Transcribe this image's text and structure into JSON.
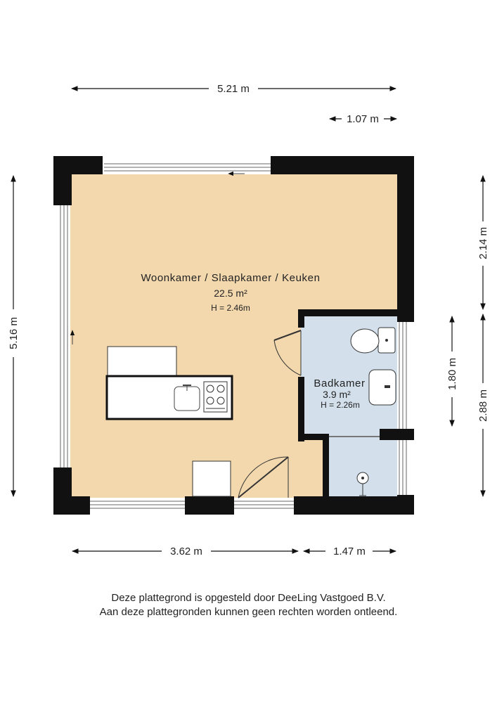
{
  "colors": {
    "wall": "#111111",
    "living_floor": "#f3d8ae",
    "bath_floor": "#d3e0ec",
    "text": "#222222"
  },
  "dimensions": {
    "top_total": "5.21 m",
    "top_small": "1.07 m",
    "left_total": "5.16 m",
    "right_upper": "2.14 m",
    "right_lower": "2.88 m",
    "bath_height": "1.80 m",
    "bottom_left": "3.62 m",
    "bottom_right": "1.47 m"
  },
  "rooms": {
    "living": {
      "name": "Woonkamer / Slaapkamer / Keuken",
      "area": "22.5 m²",
      "height": "H = 2.46m"
    },
    "bath": {
      "name": "Badkamer",
      "area": "3.9 m²",
      "height": "H = 2.26m"
    }
  },
  "footer": {
    "line1": "Deze plattegrond is opgesteld door DeeLing Vastgoed B.V.",
    "line2": "Aan deze plattegronden kunnen geen rechten worden ontleend."
  }
}
